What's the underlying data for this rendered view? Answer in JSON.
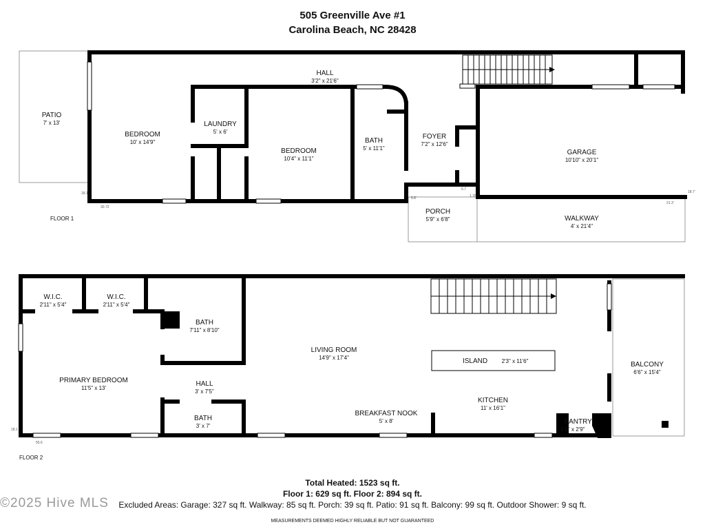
{
  "header": {
    "address_line1": "505 Greenville Ave #1",
    "address_line2": "Carolina Beach, NC 28428"
  },
  "floor1": {
    "label": "FLOOR 1",
    "rooms": {
      "patio": {
        "name": "PATIO",
        "dims": "7' x 13'"
      },
      "bedroom1": {
        "name": "BEDROOM",
        "dims": "10' x 14'9\""
      },
      "laundry": {
        "name": "LAUNDRY",
        "dims": "5' x 6'"
      },
      "hall": {
        "name": "HALL",
        "dims": "3'2\" x 21'6\""
      },
      "bedroom2": {
        "name": "BEDROOM",
        "dims": "10'4\" x 11'1\""
      },
      "bath": {
        "name": "BATH",
        "dims": "5' x 11'1\""
      },
      "foyer": {
        "name": "FOYER",
        "dims": "7'2\" x 12'6\""
      },
      "garage": {
        "name": "GARAGE",
        "dims": "10'10\" x 20'1\""
      },
      "porch": {
        "name": "PORCH",
        "dims": "5'9\" x 6'8\""
      },
      "walkway": {
        "name": "WALKWAY",
        "dims": "4' x 21'4\""
      }
    },
    "small_marks": [
      "18.1",
      "30.72",
      "6.7",
      "1.78",
      "21.3'",
      "18.7'",
      "5.8'"
    ]
  },
  "floor2": {
    "label": "FLOOR 2",
    "rooms": {
      "wic1": {
        "name": "W.I.C.",
        "dims": "2'11\" x 5'4\""
      },
      "wic2": {
        "name": "W.I.C.",
        "dims": "2'11\" x 5'4\""
      },
      "bath1": {
        "name": "BATH",
        "dims": "7'11\" x 8'10\""
      },
      "primary": {
        "name": "PRIMARY BEDROOM",
        "dims": "11'5\" x 13'"
      },
      "hall": {
        "name": "HALL",
        "dims": "3' x 7'5\""
      },
      "bath2": {
        "name": "BATH",
        "dims": "3' x 7'"
      },
      "living": {
        "name": "LIVING ROOM",
        "dims": "14'9\" x 17'4\""
      },
      "island": {
        "name": "ISLAND",
        "dims": "2'3\" x 11'6\""
      },
      "kitchen": {
        "name": "KITCHEN",
        "dims": "11' x 16'1\""
      },
      "nook": {
        "name": "BREAKFAST NOOK",
        "dims": "5' x 8'"
      },
      "pantry": {
        "name": "PANTRY",
        "dims": "1'8\" x 2'9\""
      },
      "balcony": {
        "name": "BALCONY",
        "dims": "6'6\" x 15'4\""
      }
    },
    "small_marks": [
      "18.1",
      "55.6"
    ]
  },
  "footer": {
    "total": "Total Heated: 1523 sq ft.",
    "floors": "Floor 1: 629 sq ft. Floor 2: 894 sq ft.",
    "excluded": "Excluded Areas: Garage: 327 sq ft. Walkway: 85 sq ft. Porch: 39 sq ft. Patio: 91 sq ft. Balcony: 99 sq ft. Outdoor Shower: 9 sq ft.",
    "disclaimer": "MEASUREMENTS DEEMED HIGHLY RELIABLE BUT NOT GUARANTEED",
    "watermark": "©2025 Hive MLS"
  }
}
